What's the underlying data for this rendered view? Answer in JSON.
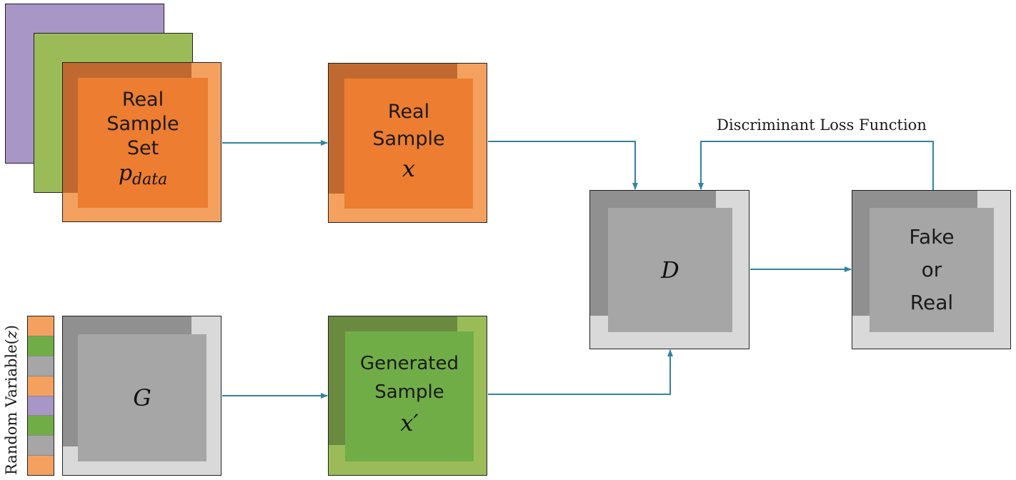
{
  "real_sample_set": {
    "lines": [
      "Real",
      "Sample",
      "Set"
    ],
    "symbol": "p",
    "subscript": "data"
  },
  "real_sample": {
    "lines": [
      "Real",
      "Sample"
    ],
    "symbol": "x"
  },
  "generator": {
    "symbol": "G"
  },
  "generated_sample": {
    "lines": [
      "Generated",
      "Sample"
    ],
    "symbol": "x′"
  },
  "discriminator": {
    "symbol": "D"
  },
  "output": {
    "lines": [
      "Fake",
      "or",
      "Real"
    ]
  },
  "loss_label": "Discriminant Loss Function",
  "random_variable": {
    "label_prefix": "Random Variable(",
    "label_var": "z",
    "label_suffix": ")",
    "segment_colors": [
      "#F4A15F",
      "#70AD47",
      "#A6A6A6",
      "#F4A15F",
      "#A896C6",
      "#70AD47",
      "#A6A6A6",
      "#F4A15F"
    ]
  },
  "colors": {
    "orange_light": "#F4A15F",
    "orange_dark": "#BF6930",
    "orange_main": "#ED7D31",
    "green_light": "#9BBB59",
    "green_dark": "#6A8A3F",
    "green_main": "#70AD47",
    "purple": "#A896C6",
    "gray_light": "#D9D9D9",
    "gray_dark": "#909090",
    "gray_main": "#A6A6A6",
    "arrow": "#31849B"
  }
}
